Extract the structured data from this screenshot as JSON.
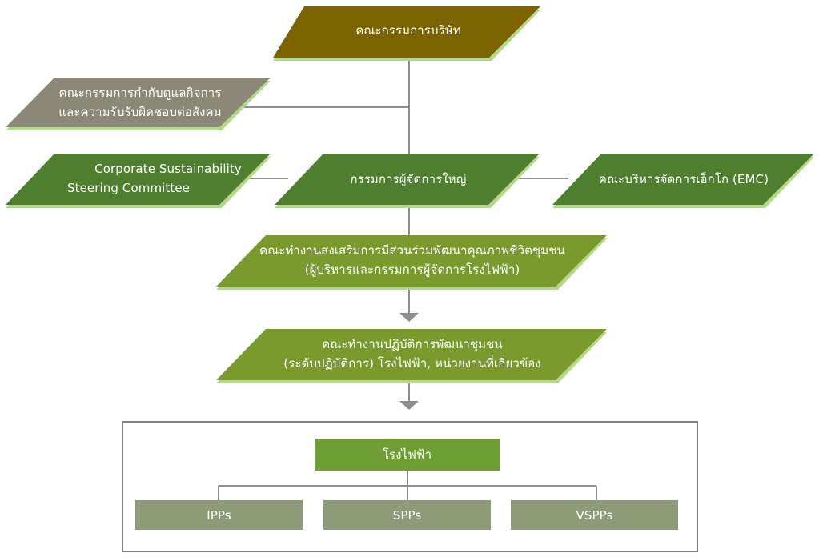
{
  "nodes": {
    "board": {
      "lines": [
        "คณะกรรมการบริษัท"
      ],
      "color": "#7B6300"
    },
    "governance": {
      "lines": [
        "คณะกรรมการกำกับดูแลกิจการ",
        "และความรับรับผิดชอบต่อสังคม"
      ],
      "color": "#8B8877"
    },
    "csr_committee": {
      "lines": [
        "Corporate Sustainability",
        "Steering Committee"
      ],
      "color": "#4E7F2E"
    },
    "president": {
      "lines": [
        "กรรมการผู้จัดการใหญ่"
      ],
      "color": "#4E7F2E"
    },
    "emc": {
      "lines": [
        "คณะบริหารจัดการเอ็กโก (EMC)"
      ],
      "color": "#4E7F2E"
    },
    "promotion_wg": {
      "lines": [
        "คณะทำงานส่งเสริมการมีส่วนร่วมพัฒนาคุณภาพชีวิตชุมชน",
        "(ผู้บริหารและกรรมการผู้จัดการโรงไฟฟ้า)"
      ],
      "color": "#7A9A2E"
    },
    "operation_wg": {
      "lines": [
        "คณะทำงานปฏิบัติการพัฒนาชุมชน",
        "(ระดับปฏิบัติการ) โรงไฟฟ้า, หน่วยงานที่เกี่ยวข้อง"
      ],
      "color": "#7A9A2E"
    },
    "power_plant": {
      "lines": [
        "โรงไฟฟ้า"
      ],
      "color": "#6E9E34"
    },
    "ipps": {
      "lines": [
        "IPPs"
      ],
      "color": "#8E9B78"
    },
    "spps": {
      "lines": [
        "SPPs"
      ],
      "color": "#8E9B78"
    },
    "vspps": {
      "lines": [
        "VSPPs"
      ],
      "color": "#8E9B78"
    }
  },
  "colors": {
    "connector": "#8E8E8E",
    "shadow": "#B4D88A",
    "frame": "#7F7F7F"
  }
}
